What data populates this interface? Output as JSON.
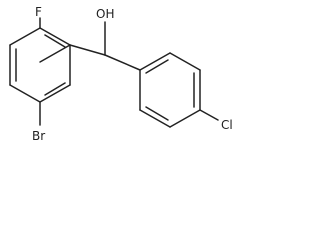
{
  "molecule": {
    "atoms": {
      "hydroxyl": "OH",
      "fluorine": "F",
      "bromine": "Br",
      "chlorine": "Cl"
    }
  }
}
